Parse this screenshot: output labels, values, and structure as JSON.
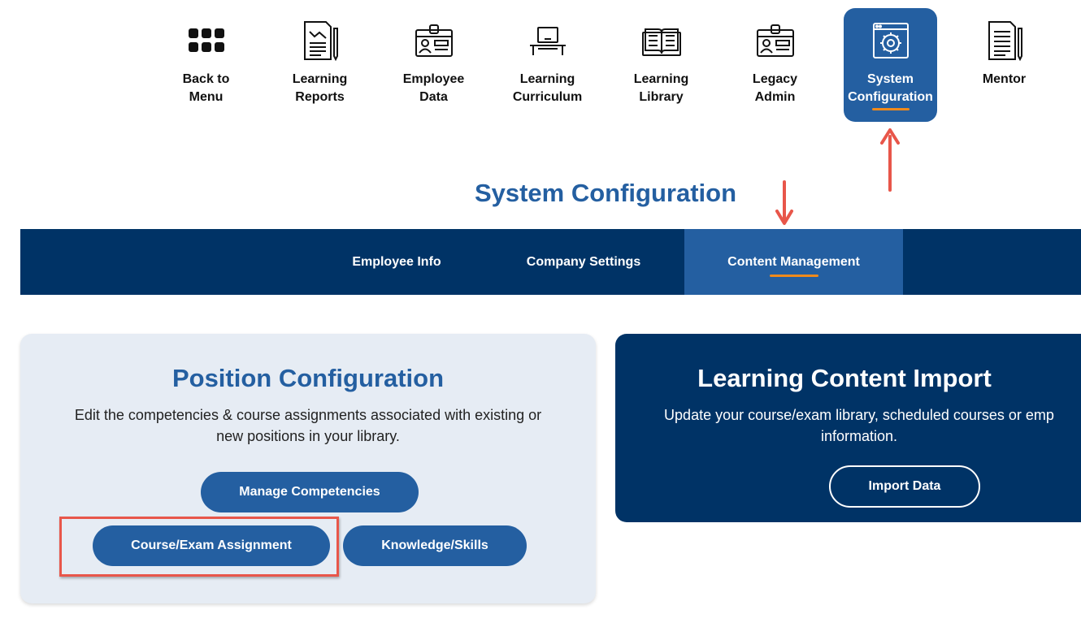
{
  "top_nav": {
    "items": [
      {
        "label": "Back to\nMenu",
        "icon": "grid-menu-icon"
      },
      {
        "label": "Learning\nReports",
        "icon": "report-document-icon"
      },
      {
        "label": "Employee\nData",
        "icon": "id-badge-icon"
      },
      {
        "label": "Learning\nCurriculum",
        "icon": "laptop-desk-icon"
      },
      {
        "label": "Learning\nLibrary",
        "icon": "open-book-icon"
      },
      {
        "label": "Legacy\nAdmin",
        "icon": "id-badge-icon"
      },
      {
        "label": "System\nConfiguration",
        "icon": "settings-window-icon",
        "active": true
      },
      {
        "label": "Mentor",
        "icon": "report-document-icon"
      }
    ]
  },
  "page_title": "System Configuration",
  "tabs": [
    {
      "label": "Employee Info"
    },
    {
      "label": "Company Settings"
    },
    {
      "label": "Content Management",
      "active": true
    }
  ],
  "position_card": {
    "title": "Position Configuration",
    "description": "Edit the competencies & course assignments associated with existing or new positions in your library.",
    "buttons": {
      "manage_competencies": "Manage Competencies",
      "course_exam_assignment": "Course/Exam Assignment",
      "knowledge_skills": "Knowledge/Skills"
    }
  },
  "import_card": {
    "title": "Learning Content Import",
    "description_line1": "Update your course/exam library, scheduled courses or emp",
    "description_line2": "information.",
    "button": "Import Data"
  },
  "colors": {
    "primary_blue": "#245fa1",
    "navy": "#003366",
    "accent_orange": "#f08a1c",
    "annotation_red": "#e8564a",
    "card_light": "#e6ecf4"
  }
}
